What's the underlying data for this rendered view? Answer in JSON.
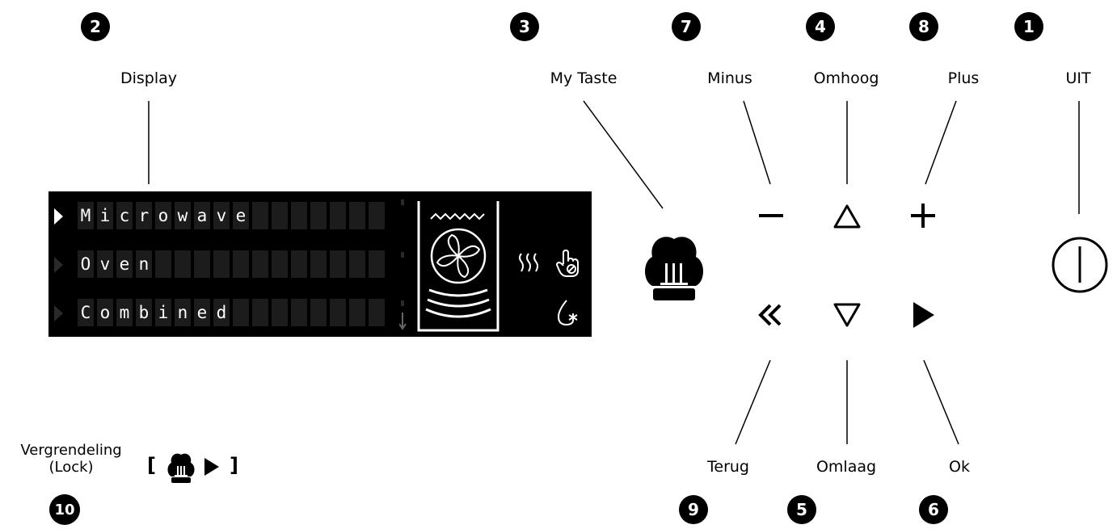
{
  "badges": {
    "display": "2",
    "my_taste": "3",
    "minus": "7",
    "up": "4",
    "plus": "8",
    "off": "1",
    "back": "9",
    "down": "5",
    "ok": "6",
    "lock": "10"
  },
  "labels": {
    "display": "Display",
    "my_taste": "My Taste",
    "minus": "Minus",
    "up": "Omhoog",
    "plus": "Plus",
    "off": "UIT",
    "back": "Terug",
    "down": "Omlaag",
    "ok": "Ok",
    "lock_line1": "Vergrendeling",
    "lock_line2": "(Lock)",
    "lock_open": "[",
    "lock_close": "]"
  },
  "display": {
    "rows": [
      {
        "text": "Microwave",
        "selected": true
      },
      {
        "text": "Oven",
        "selected": false
      },
      {
        "text": "Combined",
        "selected": false
      }
    ],
    "icons": [
      "oven-microwave-fan-icon",
      "heat-steam-icon",
      "touch-hand-icon",
      "drop-star-icon"
    ]
  },
  "icons": [
    "chef-hat-icon",
    "minus-icon",
    "triangle-up-icon",
    "plus-icon",
    "power-icon",
    "double-chevron-left-icon",
    "triangle-down-icon",
    "play-icon"
  ],
  "colors": {
    "background": "#ffffff",
    "ink": "#000000",
    "display_bg": "#000000",
    "cell_bg": "#1c1c1c"
  }
}
